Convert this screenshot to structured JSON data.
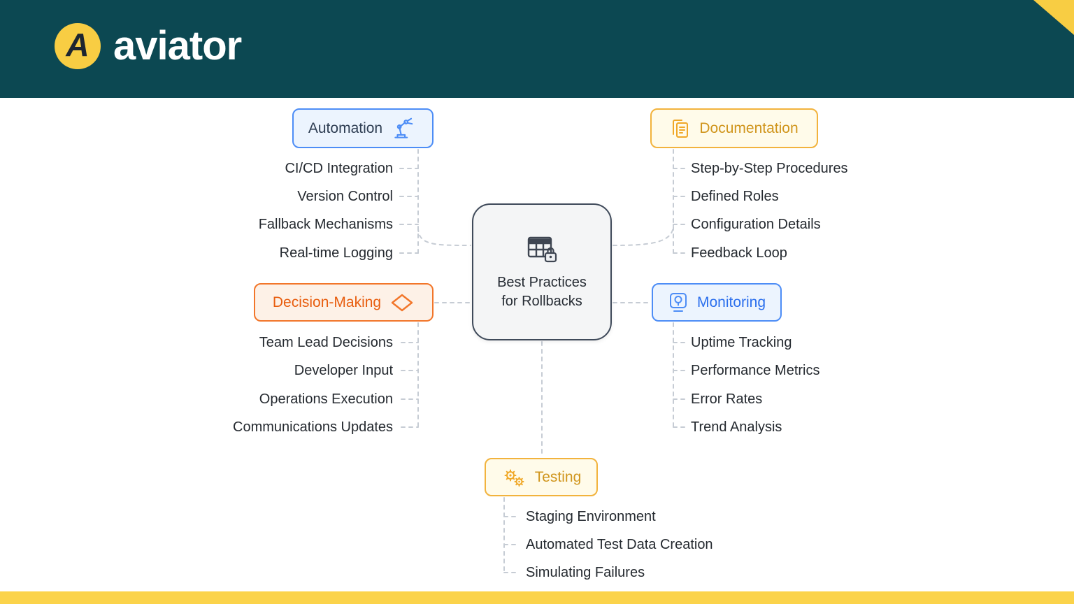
{
  "header": {
    "brand": "aviator",
    "logo_letter": "A",
    "bar_color": "#0c4852",
    "accent_color": "#f8cd43"
  },
  "center": {
    "title": "Best Practices for Rollbacks",
    "icon": "table-lock-icon"
  },
  "branches": {
    "automation": {
      "label": "Automation",
      "icon": "robot-arm-icon",
      "accent": "#4d8df6",
      "items": [
        "CI/CD Integration",
        "Version Control",
        "Fallback Mechanisms",
        "Real-time Logging"
      ]
    },
    "documentation": {
      "label": "Documentation",
      "icon": "documents-icon",
      "accent": "#f0a828",
      "items": [
        "Step-by-Step Procedures",
        "Defined Roles",
        "Configuration Details",
        "Feedback Loop"
      ]
    },
    "decision_making": {
      "label": "Decision-Making",
      "icon": "diamond-icon",
      "accent": "#f2762a",
      "items": [
        "Team Lead Decisions",
        "Developer Input",
        "Operations Execution",
        "Communications Updates"
      ]
    },
    "monitoring": {
      "label": "Monitoring",
      "icon": "monitor-icon",
      "accent": "#4d8df6",
      "items": [
        "Uptime Tracking",
        "Performance Metrics",
        "Error Rates",
        "Trend Analysis"
      ]
    },
    "testing": {
      "label": "Testing",
      "icon": "gears-icon",
      "accent": "#f0a828",
      "items": [
        "Staging Environment",
        "Automated Test Data Creation",
        "Simulating Failures"
      ]
    }
  }
}
